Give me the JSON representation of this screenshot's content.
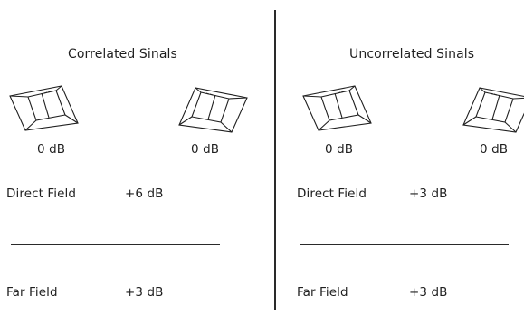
{
  "left_panel": {
    "title": "Correlated Sinals",
    "left_speaker_level": "0 dB",
    "right_speaker_level": "0 dB",
    "direct_field_label": "Direct Field",
    "direct_field_value": "+6 dB",
    "far_field_label": "Far Field",
    "far_field_value": "+3 dB"
  },
  "right_panel": {
    "title": "Uncorrelated Sinals",
    "left_speaker_level": "0 dB",
    "right_speaker_level": "0 dB",
    "direct_field_label": "Direct Field",
    "direct_field_value": "+3 dB",
    "far_field_label": "Far Field",
    "far_field_value": "+3 dB"
  }
}
